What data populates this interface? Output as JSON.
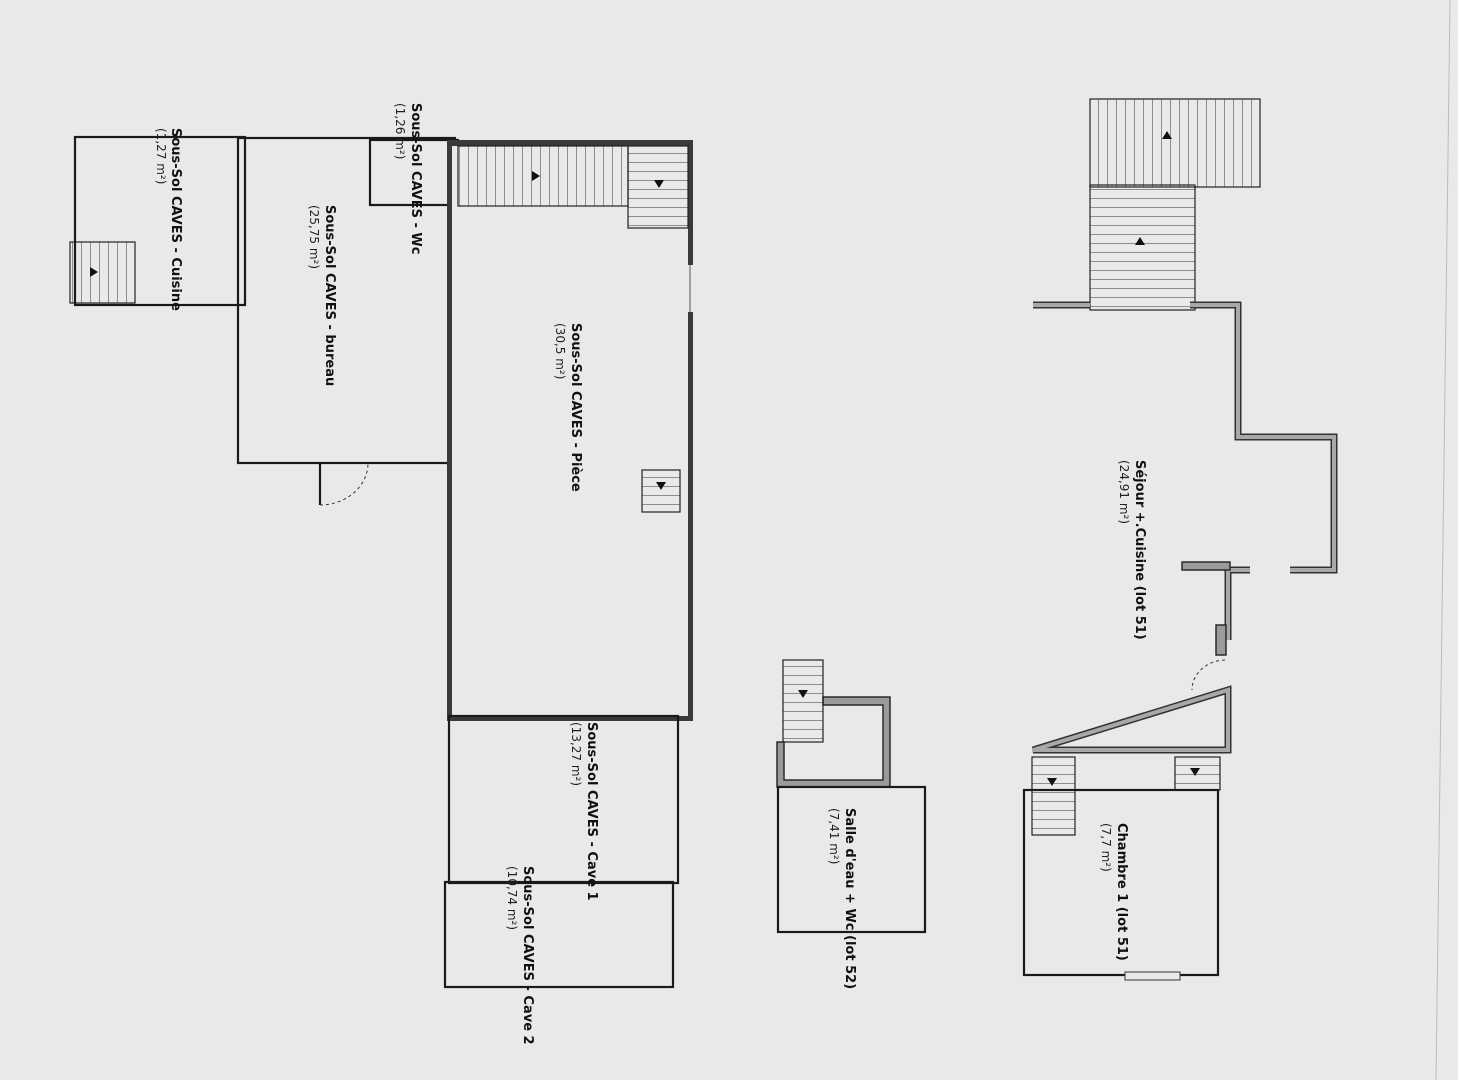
{
  "rooms": {
    "cuisine": {
      "name": "Sous-Sol CAVES - Cuisine",
      "area": "(1,27 m²)"
    },
    "wc": {
      "name": "Sous-Sol CAVES - Wc",
      "area": "(1,26 m²)"
    },
    "bureau": {
      "name": "Sous-Sol CAVES - bureau",
      "area": "(25,75 m²)"
    },
    "piece": {
      "name": "Sous-Sol CAVES - Pièce",
      "area": "(30,5 m²)"
    },
    "cave1": {
      "name": "Sous-Sol CAVES - Cave 1",
      "area": "(13,27 m²)"
    },
    "cave2": {
      "name": "Sous-Sol CAVES - Cave 2",
      "area": "(10,74 m²)"
    },
    "salle_eau": {
      "name": "Salle d'eau + Wc (lot 52)",
      "area": "(7,41 m²)"
    },
    "sejour": {
      "name": "Séjour +.Cuisine (lot 51)",
      "area": "(24,91 m²)"
    },
    "chambre": {
      "name": "Chambre 1 (lot 51)",
      "area": "(7,7 m²)"
    }
  }
}
